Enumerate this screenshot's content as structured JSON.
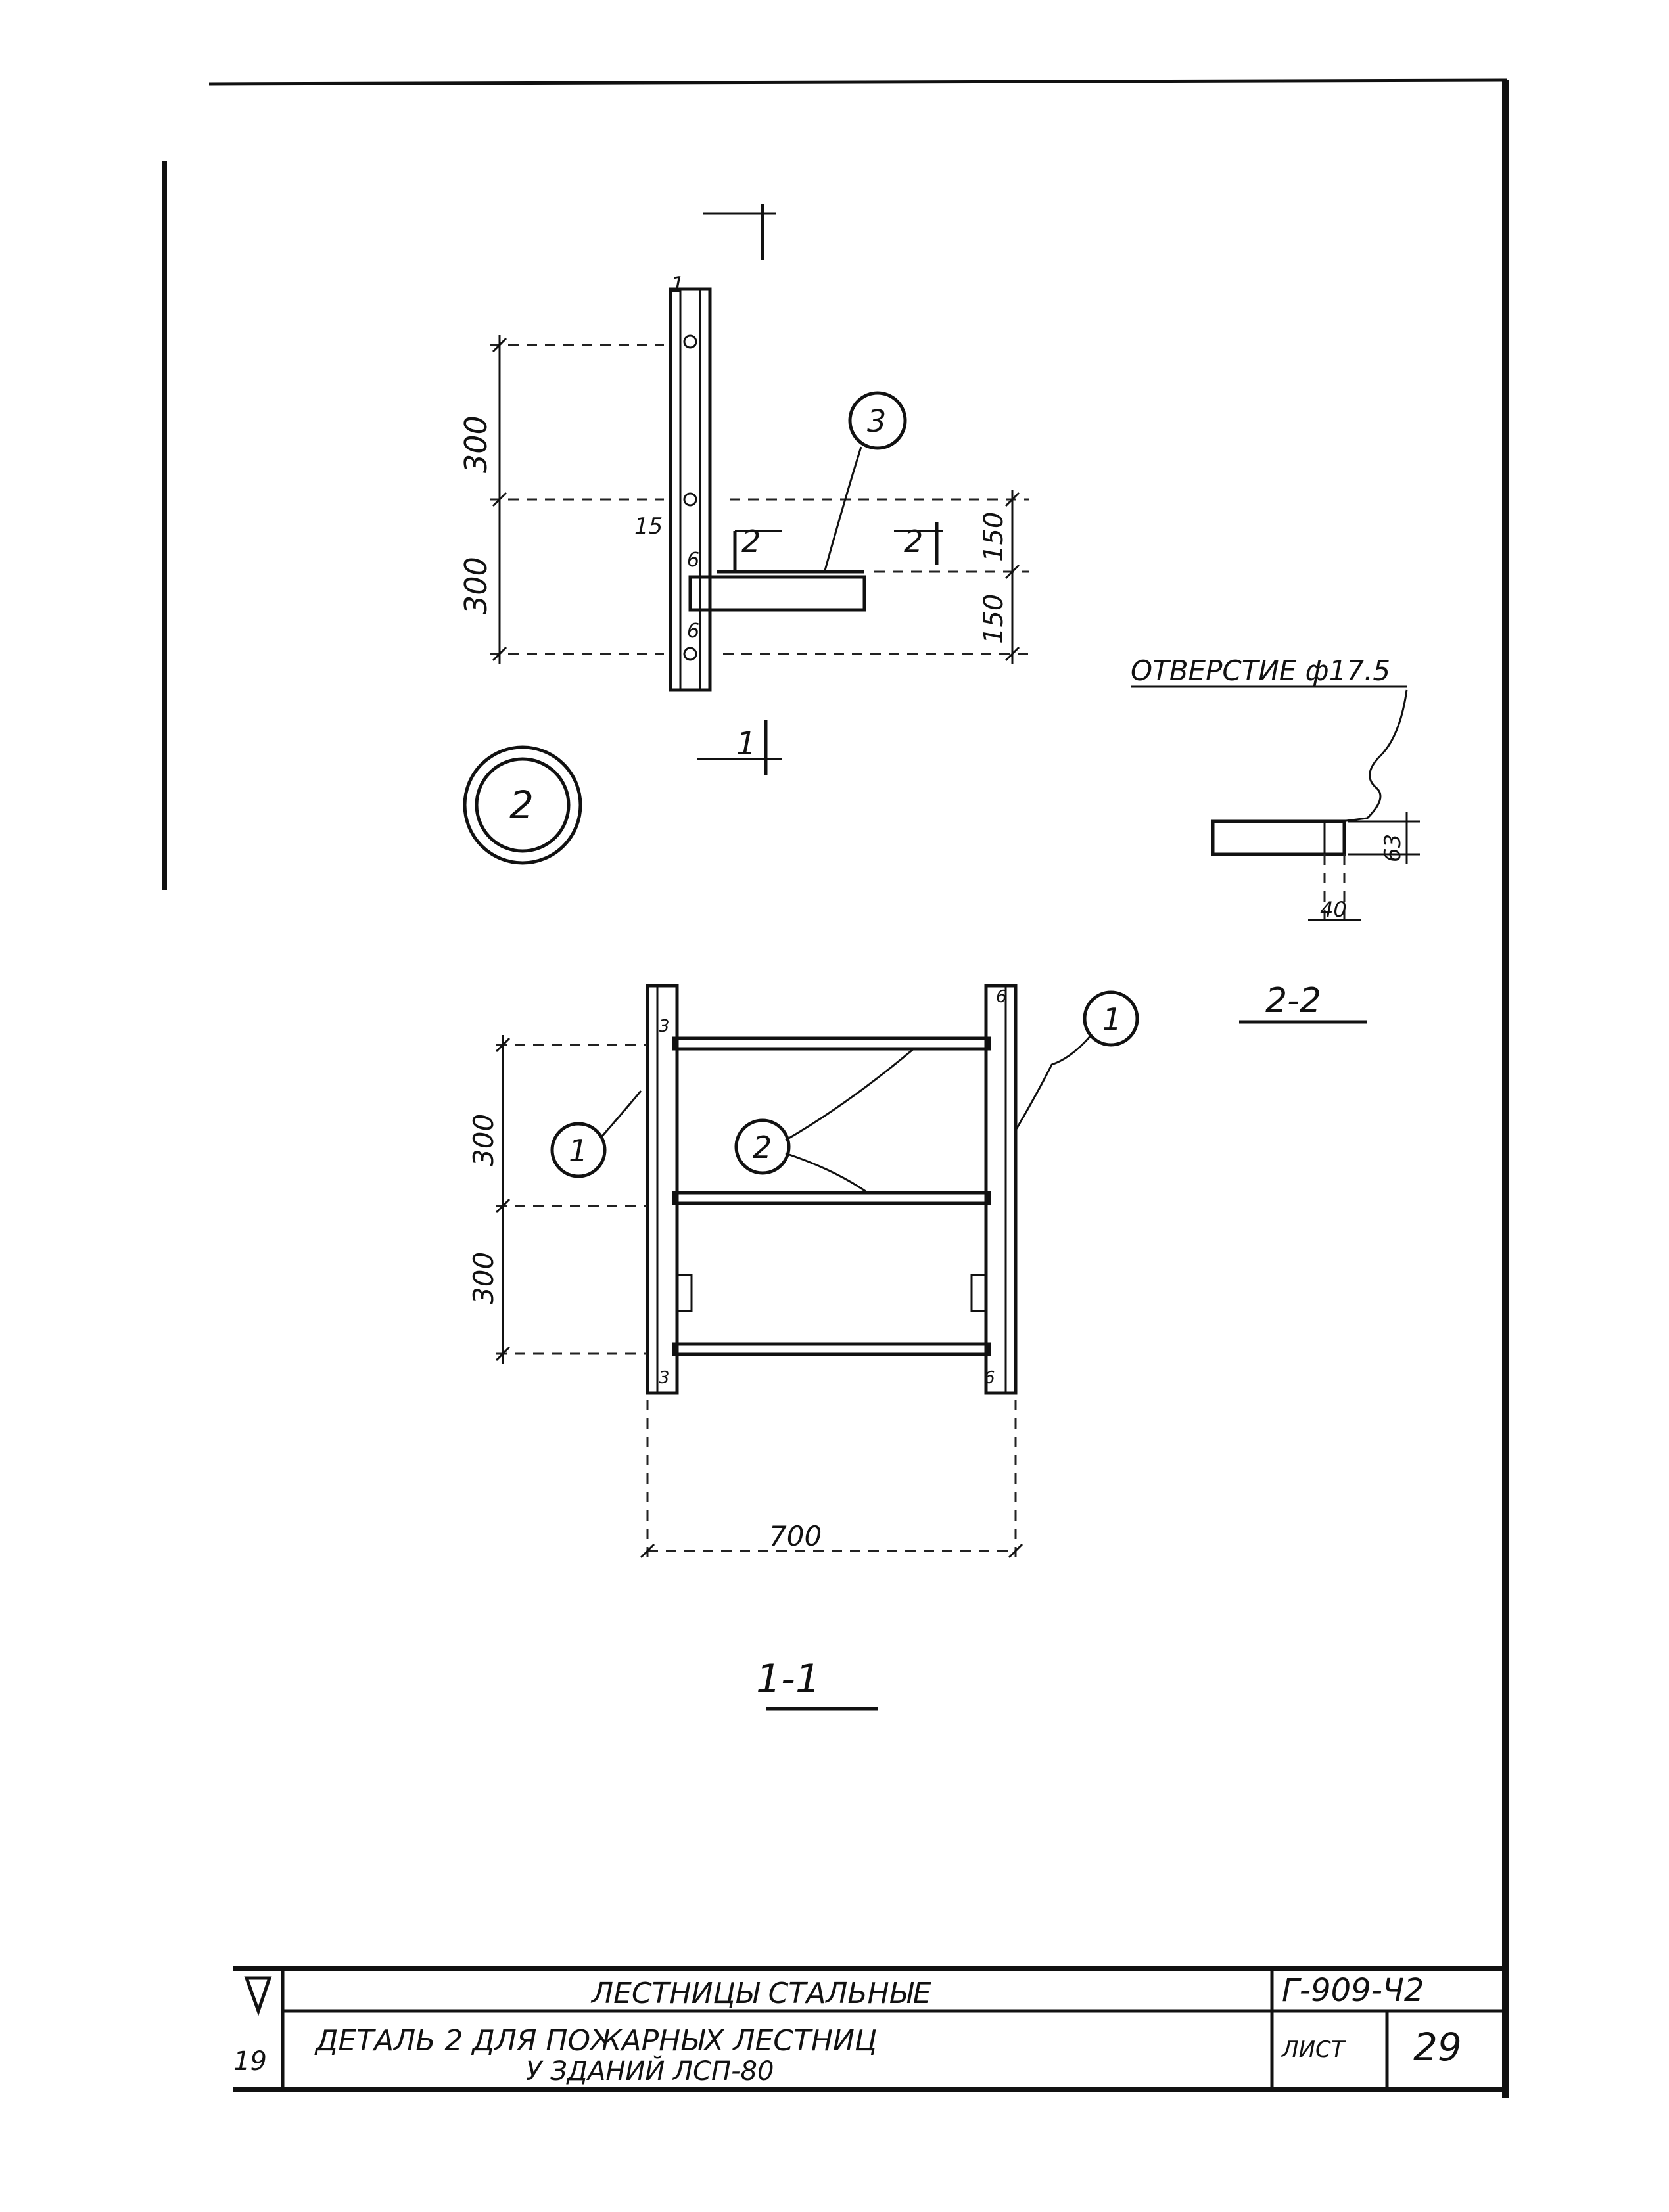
{
  "drawing": {
    "view_top": {
      "section_mark_top": "1",
      "section_mark_bottom": "1",
      "dim_upper": "300",
      "dim_lower": "300",
      "dim_15": "15",
      "dim_150_upper": "150",
      "dim_150_lower": "150",
      "weld_6_a": "6",
      "weld_6_b": "6",
      "section_2_left": "2",
      "section_2_right": "2",
      "callout_3": "3"
    },
    "detail_marker": "2",
    "section_2_2": {
      "hole_label": "ОТВЕРСТИЕ ф17.5",
      "dim_vertical": "63",
      "dim_horizontal": "40",
      "title": "2-2"
    },
    "section_1_1": {
      "callout_1_left": "1",
      "callout_1_right": "1",
      "callout_2": "2",
      "dim_upper": "300",
      "dim_lower": "300",
      "dim_width": "700",
      "weld_3_a": "3",
      "weld_3_b": "3",
      "weld_6_a": "6",
      "weld_6_b": "6",
      "title": "1-1"
    }
  },
  "title_block": {
    "series_title": "ЛЕСТНИЦЫ СТАЛЬНЫЕ",
    "detail_title_line1": "ДЕТАЛЬ 2 ДЛЯ ПОЖАРНЫХ ЛЕСТНИЦ",
    "detail_title_line2": "У ЗДАНИЙ ЛСП-80",
    "document_code": "Г-909-Ч2",
    "sheet_label": "ЛИСТ",
    "sheet_number": "29",
    "corner_mark": "19"
  }
}
